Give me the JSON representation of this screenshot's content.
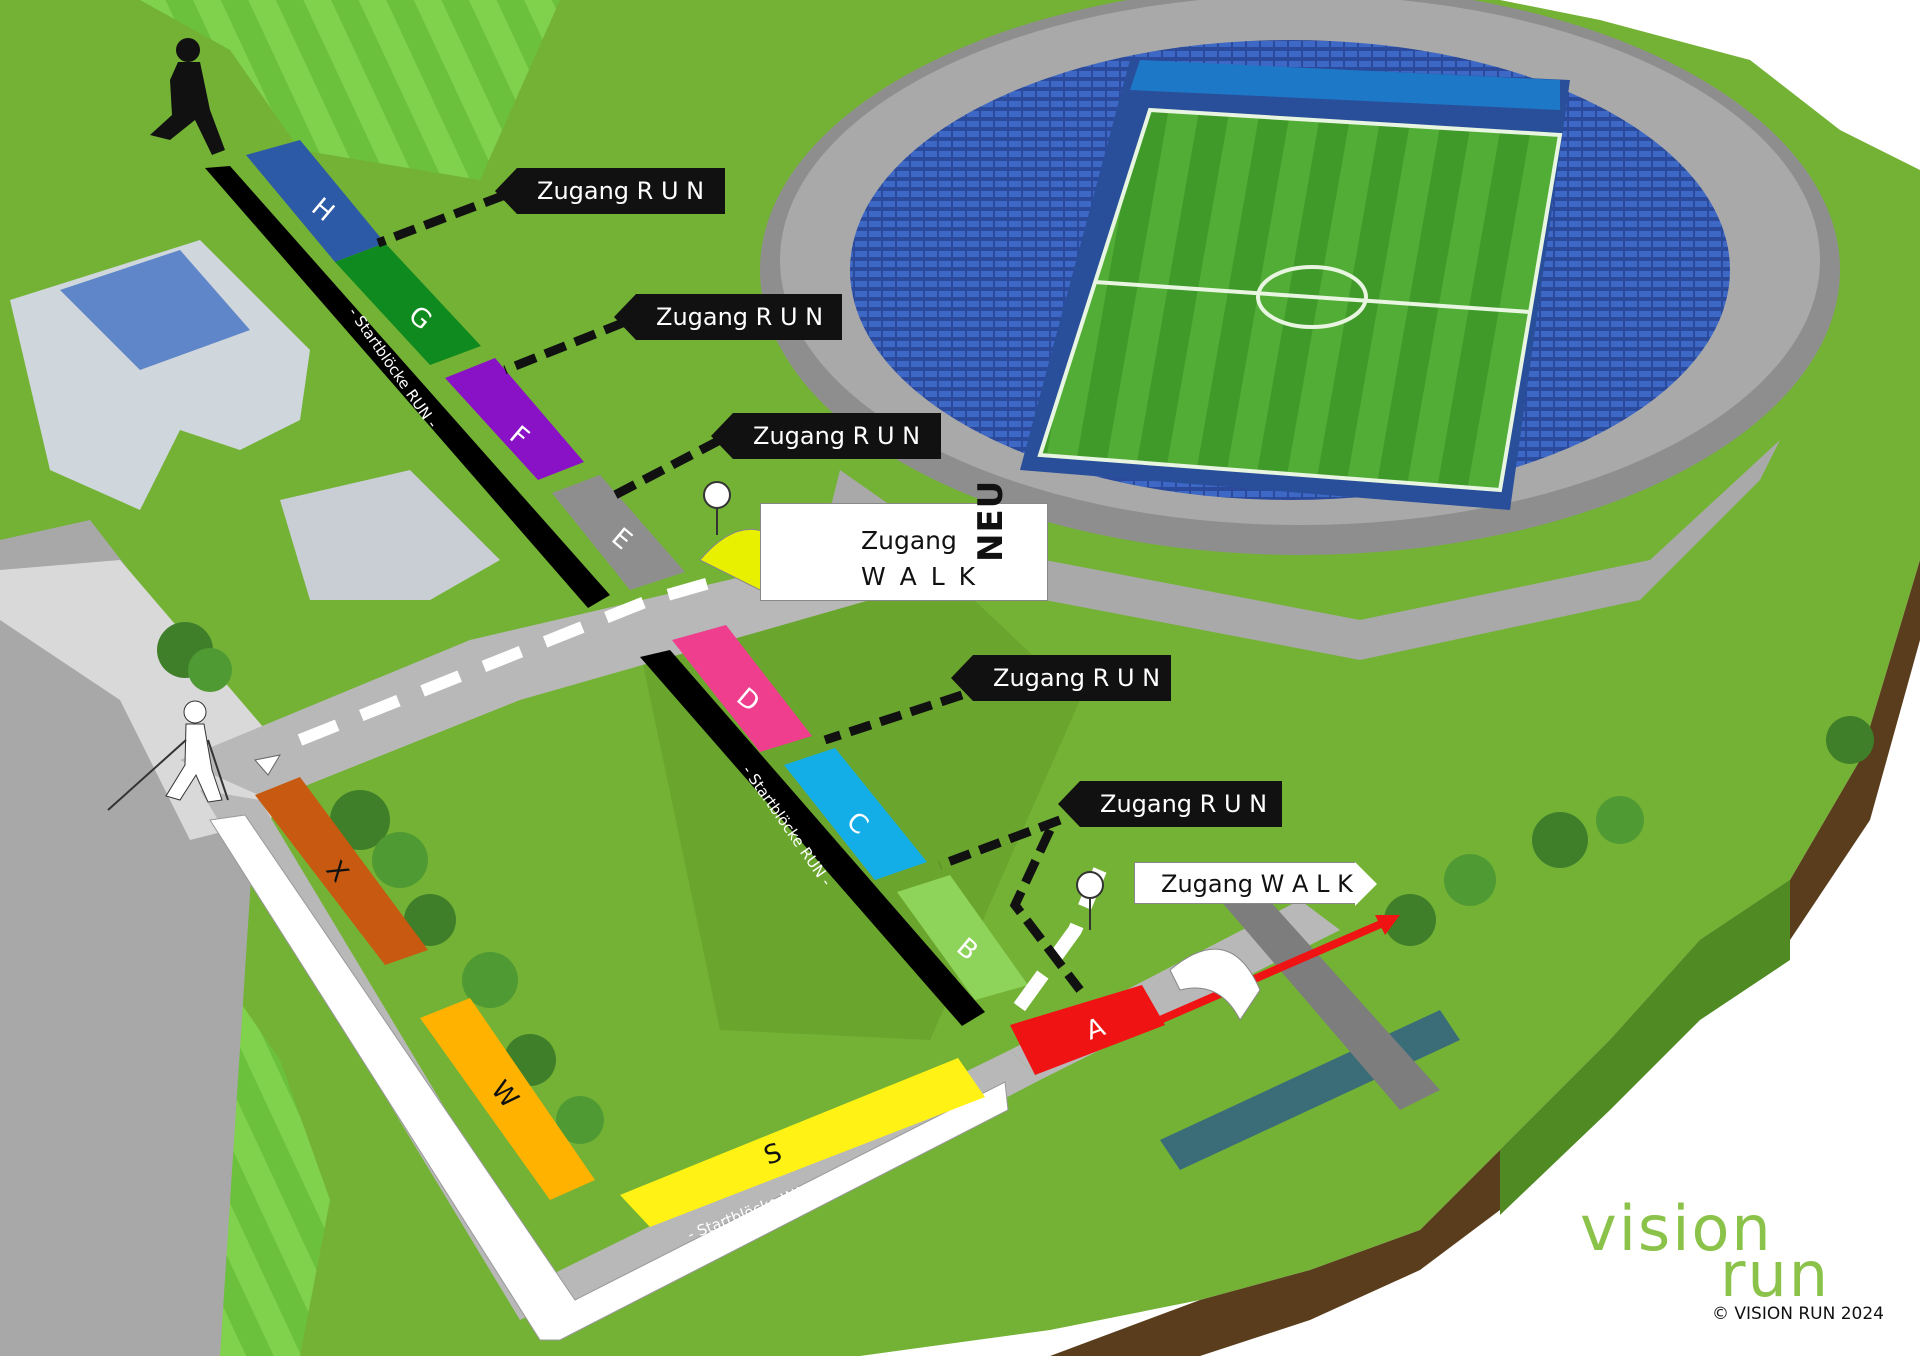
{
  "labels": {
    "zugang_run": "Zugang R U N",
    "zugang_walk_line1": "Zugang",
    "zugang_walk_line2": "W A L K",
    "neu": "NEU",
    "zugang_walk_inline": "Zugang W A L K"
  },
  "start_blocks": {
    "run_label": "- Startblöcke RUN -",
    "walk_label": "- Startblöcke WALK -",
    "run": [
      {
        "id": "H",
        "color": "#2d5aa6"
      },
      {
        "id": "G",
        "color": "#0f8a1e"
      },
      {
        "id": "F",
        "color": "#8a12c6"
      },
      {
        "id": "E",
        "color": "#8e8e8e"
      },
      {
        "id": "D",
        "color": "#ef3e8d"
      },
      {
        "id": "C",
        "color": "#13aee8"
      },
      {
        "id": "B",
        "color": "#8ed35a"
      },
      {
        "id": "A",
        "color": "#f01313"
      }
    ],
    "walk": [
      {
        "id": "X",
        "color": "#c75a10"
      },
      {
        "id": "W",
        "color": "#ffb300"
      },
      {
        "id": "S",
        "color": "#fff214"
      }
    ]
  },
  "brand": {
    "line1": "vision",
    "line2": "run",
    "copyright": "© VISION RUN 2024",
    "color": "#8bc34a"
  },
  "colors": {
    "grass": "#74b236",
    "grass_dark": "#4f8a22",
    "road": "#b8b8b8",
    "stadium_seats": "#2d4fa8",
    "stadium_roof": "#9a9a9a"
  }
}
